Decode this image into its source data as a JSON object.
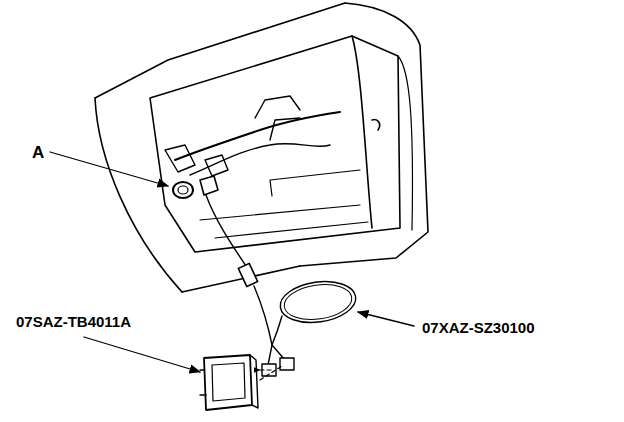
{
  "diagram": {
    "labels": [
      "A",
      "07SAZ-TB4011A",
      "07XAZ-SZ30100"
    ]
  }
}
